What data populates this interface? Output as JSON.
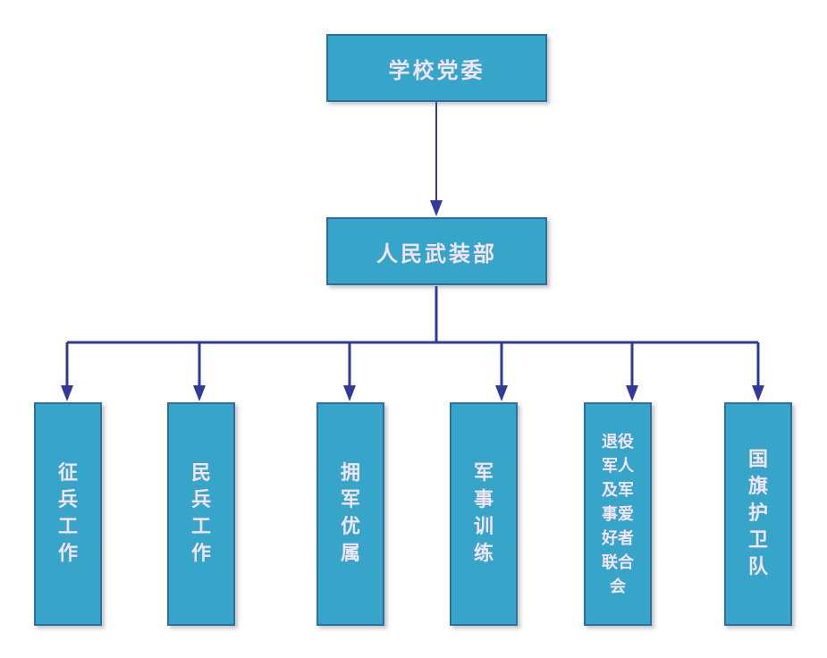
{
  "colors": {
    "box_fill": "#37a4c9",
    "box_border": "#2c6fa0",
    "box_text": "#f2e4f2",
    "connector": "#323a99",
    "background": "#ffffff"
  },
  "chart": {
    "type": "org-chart",
    "root": {
      "label": "学校党委"
    },
    "secondary": {
      "label": "人民武装部"
    },
    "children": [
      {
        "label": "征兵工作",
        "display": "征\n兵\n工\n作"
      },
      {
        "label": "民兵工作",
        "display": "民\n兵\n工\n作"
      },
      {
        "label": "拥军优属",
        "display": "拥\n军\n优\n属"
      },
      {
        "label": "军事训练",
        "display": "军\n事\n训\n练"
      },
      {
        "label": "退役军人及军事爱好者联合会",
        "display": "退役\n军人\n及军\n事爱\n好者\n联合\n会"
      },
      {
        "label": "国旗护卫队",
        "display": "国\n旗\n护\n卫\n队"
      }
    ]
  }
}
